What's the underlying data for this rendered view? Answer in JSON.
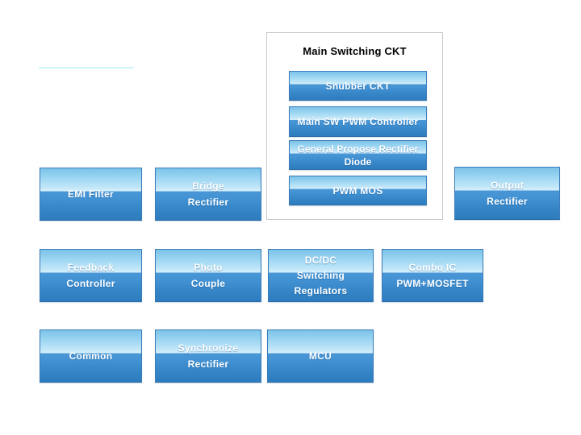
{
  "diagram": {
    "panel": {
      "title": "Main Switching CKT",
      "buttons": [
        {
          "id": "snubber-ckt",
          "label": "Snubber CKT"
        },
        {
          "id": "main-sw-pwm-controller",
          "label": "Main SW PWM Controller"
        },
        {
          "id": "general-propose-rectifier-diode",
          "label": "General Propose Rectifier\nDiode"
        },
        {
          "id": "pwm-mos",
          "label": "PWM MOS"
        }
      ]
    },
    "blocks": [
      {
        "id": "emi-filter",
        "label": "EMI Filter"
      },
      {
        "id": "bridge-rectifier",
        "label": "Bridge\nRectifier"
      },
      {
        "id": "output-rectifier",
        "label": "Output\nRectifier"
      },
      {
        "id": "feedback-controller",
        "label": "Feedback\nController"
      },
      {
        "id": "photo-couple",
        "label": "Photo\nCouple"
      },
      {
        "id": "dcdc-switching-regulators",
        "label": "DC/DC\nSwitching\nRegulators"
      },
      {
        "id": "combo-ic-pwm-mosfet",
        "label": "Combo IC\nPWM+MOSFET"
      },
      {
        "id": "common",
        "label": "Common"
      },
      {
        "id": "synchronize-rectifier",
        "label": "Synchronize\nRectifier"
      },
      {
        "id": "mcu",
        "label": "MCU"
      }
    ],
    "colors": {
      "button_border": "#3b7cba",
      "button_gradient_top": "#7cc3e8",
      "button_gradient_gloss": "#d6effc",
      "button_gradient_dark": "#4a97d6",
      "button_gradient_bottom": "#2d7cbd",
      "button_text": "#ffffff",
      "panel_border": "#c9c9c9",
      "title_text": "#000000",
      "accent_line": "#ccf6f4"
    }
  }
}
